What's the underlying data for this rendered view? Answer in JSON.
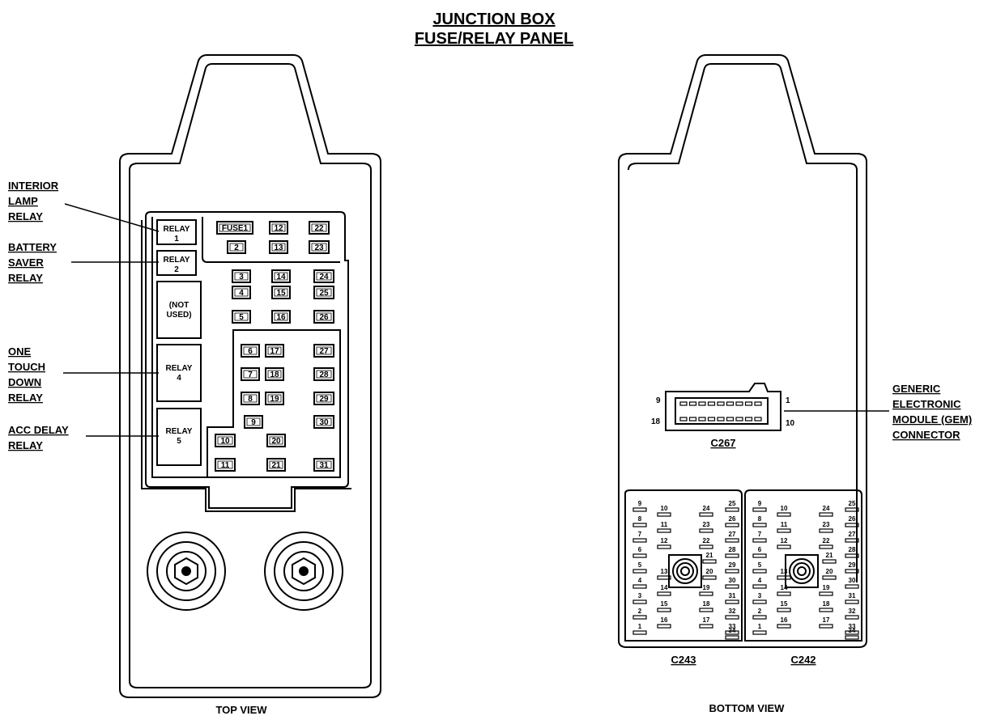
{
  "title": {
    "line1": "JUNCTION BOX",
    "line2": "FUSE/RELAY PANEL"
  },
  "top_view": {
    "caption": "TOP VIEW",
    "callouts": [
      [
        "INTERIOR",
        "LAMP",
        "RELAY"
      ],
      [
        "BATTERY",
        "SAVER",
        "RELAY"
      ],
      [
        "ONE",
        "TOUCH",
        "DOWN",
        "RELAY"
      ],
      [
        "ACC DELAY",
        "RELAY"
      ]
    ],
    "relays": [
      [
        "RELAY",
        "1"
      ],
      [
        "RELAY",
        "2"
      ],
      [
        "(NOT",
        "USED)"
      ],
      [
        "RELAY",
        "4"
      ],
      [
        "RELAY",
        "5"
      ]
    ],
    "fuses": [
      "FUSE1",
      "2",
      "3",
      "4",
      "5",
      "6",
      "7",
      "8",
      "9",
      "10",
      "11",
      "12",
      "13",
      "14",
      "15",
      "16",
      "17",
      "18",
      "19",
      "20",
      "21",
      "22",
      "23",
      "24",
      "25",
      "26",
      "27",
      "28",
      "29",
      "30",
      "31"
    ]
  },
  "bottom_view": {
    "caption": "BOTTOM VIEW",
    "gem_callout": [
      "GENERIC",
      "ELECTRONIC",
      "MODULE (GEM)",
      "CONNECTOR"
    ],
    "c267": {
      "label": "C267",
      "pins": [
        "9",
        "1",
        "18",
        "10"
      ]
    },
    "c243": {
      "label": "C243"
    },
    "c242": {
      "label": "C242"
    },
    "pin_numbers": [
      "1",
      "2",
      "3",
      "4",
      "5",
      "6",
      "7",
      "8",
      "9",
      "10",
      "11",
      "12",
      "13",
      "14",
      "15",
      "16",
      "17",
      "18",
      "19",
      "20",
      "21",
      "22",
      "23",
      "24",
      "25",
      "26",
      "27",
      "28",
      "29",
      "30",
      "31",
      "32",
      "33",
      "34"
    ]
  }
}
